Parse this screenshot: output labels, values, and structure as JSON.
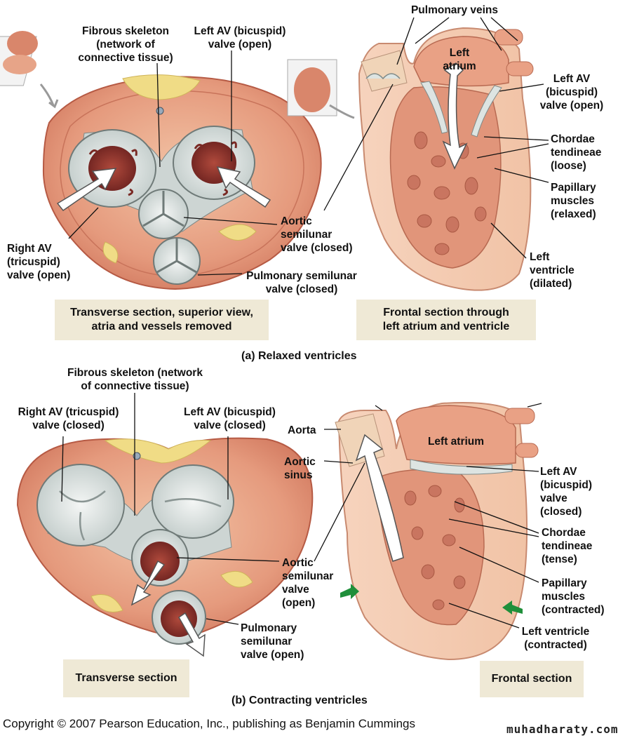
{
  "panel_a": {
    "transverse": {
      "fibrous_skeleton": "Fibrous skeleton\n(network of\nconnective tissue)",
      "left_av": "Left AV (bicuspid)\nvalve (open)",
      "right_av": "Right AV\n(tricuspid)\nvalve (open)",
      "aortic": "Aortic\nsemilunar\nvalve (closed)",
      "pulmonary": "Pulmonary semilunar\nvalve (closed)",
      "box": "Transverse section, superior view,\natria and vessels removed"
    },
    "frontal": {
      "pulmonary_veins": "Pulmonary veins",
      "left_atrium": "Left\natrium",
      "left_av": "Left AV\n(bicuspid)\nvalve (open)",
      "chordae": "Chordae\ntendineae\n(loose)",
      "papillary": "Papillary\nmuscles\n(relaxed)",
      "left_ventricle": "Left\nventricle\n(dilated)",
      "box": "Frontal section through\nleft atrium and ventricle"
    },
    "caption": "(a) Relaxed ventricles"
  },
  "panel_b": {
    "transverse": {
      "fibrous_skeleton": "Fibrous skeleton (network\nof connective tissue)",
      "right_av": "Right AV (tricuspid)\nvalve (closed)",
      "left_av": "Left AV (bicuspid)\nvalve (closed)",
      "aortic": "Aortic\nsemilunar\nvalve\n(open)",
      "pulmonary": "Pulmonary\nsemilunar\nvalve (open)",
      "box": "Transverse section"
    },
    "frontal": {
      "aorta": "Aorta",
      "aortic_sinus": "Aortic\nsinus",
      "left_atrium": "Left atrium",
      "left_av": "Left AV\n(bicuspid)\nvalve\n(closed)",
      "chordae": "Chordae\ntendineae\n(tense)",
      "papillary": "Papillary\nmuscles\n(contracted)",
      "left_ventricle": "Left ventricle\n(contracted)",
      "box": "Frontal section"
    },
    "caption": "(b) Contracting ventricles"
  },
  "footer": {
    "copyright": "Copyright © 2007 Pearson Education, Inc., publishing as Benjamin Cummings",
    "watermark": "muhadharaty.com"
  },
  "colors": {
    "muscle": "#dc8a6e",
    "muscle_light": "#f2c9ad",
    "fat": "#f0dc86",
    "valve": "#dde4e2",
    "cavity": "#8a2f2a",
    "caption_box": "#efe9d6",
    "green_arrow": "#1f8f3a"
  }
}
